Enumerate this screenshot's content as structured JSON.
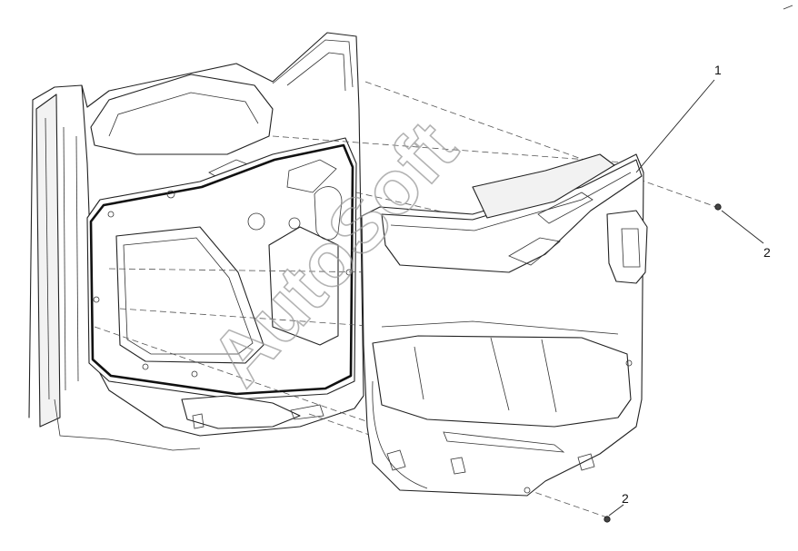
{
  "callouts": [
    {
      "id": "trim-panel",
      "label": "1"
    },
    {
      "id": "screw-upper",
      "label": "2"
    },
    {
      "id": "screw-lower",
      "label": "2"
    }
  ],
  "watermark": {
    "text": "AutoSoft"
  },
  "colors": {
    "line": "#222222",
    "watermark": "#9a9a9a",
    "background": "#ffffff"
  }
}
